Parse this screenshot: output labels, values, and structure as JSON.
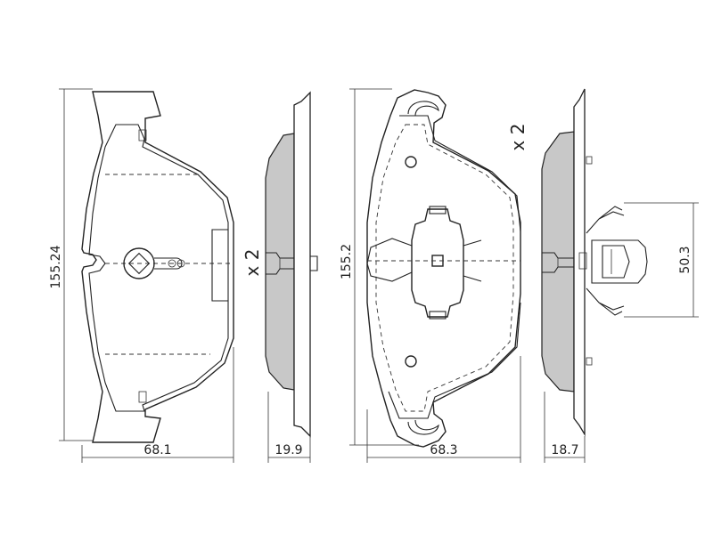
{
  "diagram": {
    "pad1": {
      "height_label": "155.24",
      "width_label": "68.1",
      "thickness_label": "19.9",
      "quantity_label": "x 2"
    },
    "pad2": {
      "height_label": "155.2",
      "width_label": "68.3",
      "thickness_label": "18.7",
      "quantity_label": "x 2",
      "clip_height_label": "50.3"
    }
  }
}
